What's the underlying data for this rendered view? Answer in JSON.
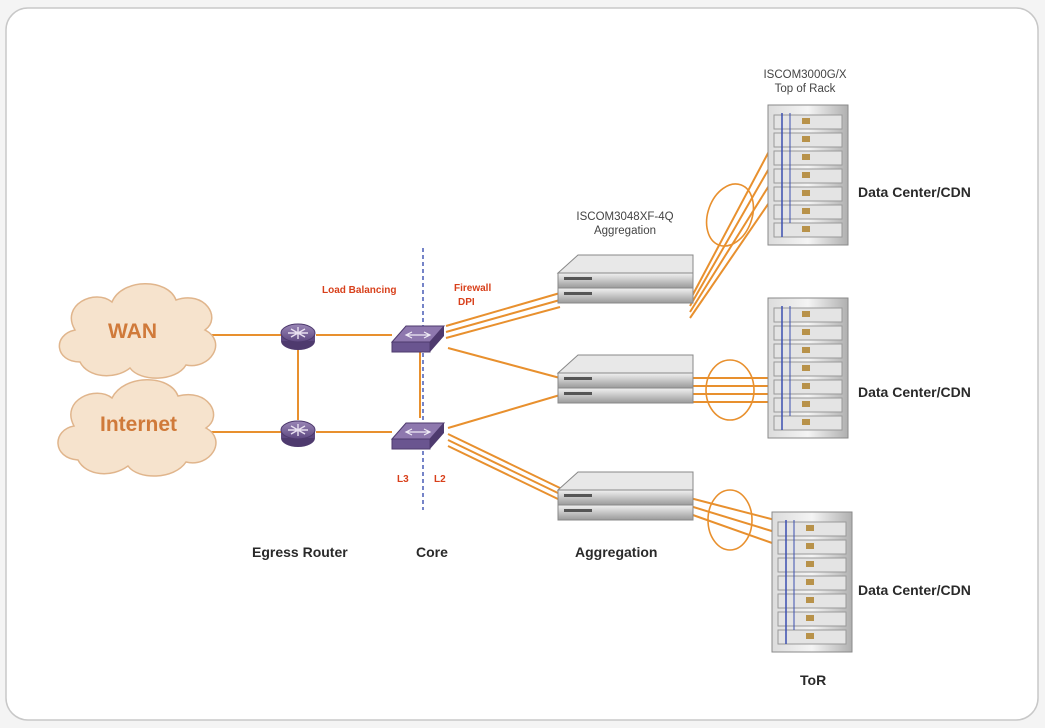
{
  "clouds": {
    "wan": "WAN",
    "internet": "Internet"
  },
  "annotations": {
    "load_balancing": "Load Balancing",
    "firewall": "Firewall",
    "dpi": "DPI",
    "l3": "L3",
    "l2": "L2"
  },
  "devices": {
    "tor_model": "ISCOM3000G/X",
    "tor_role": "Top of Rack",
    "agg_model": "ISCOM3048XF-4Q",
    "agg_role": "Aggregation"
  },
  "data_centers": [
    "Data Center/CDN",
    "Data Center/CDN",
    "Data Center/CDN"
  ],
  "columns": {
    "egress_router": "Egress Router",
    "core": "Core",
    "aggregation": "Aggregation",
    "tor": "ToR"
  },
  "colors": {
    "link": "#e8902e",
    "cloud_fill": "#f6e3cd",
    "router": "#7a6496",
    "label_red": "#d8401b",
    "divider": "#3b4fb0"
  }
}
